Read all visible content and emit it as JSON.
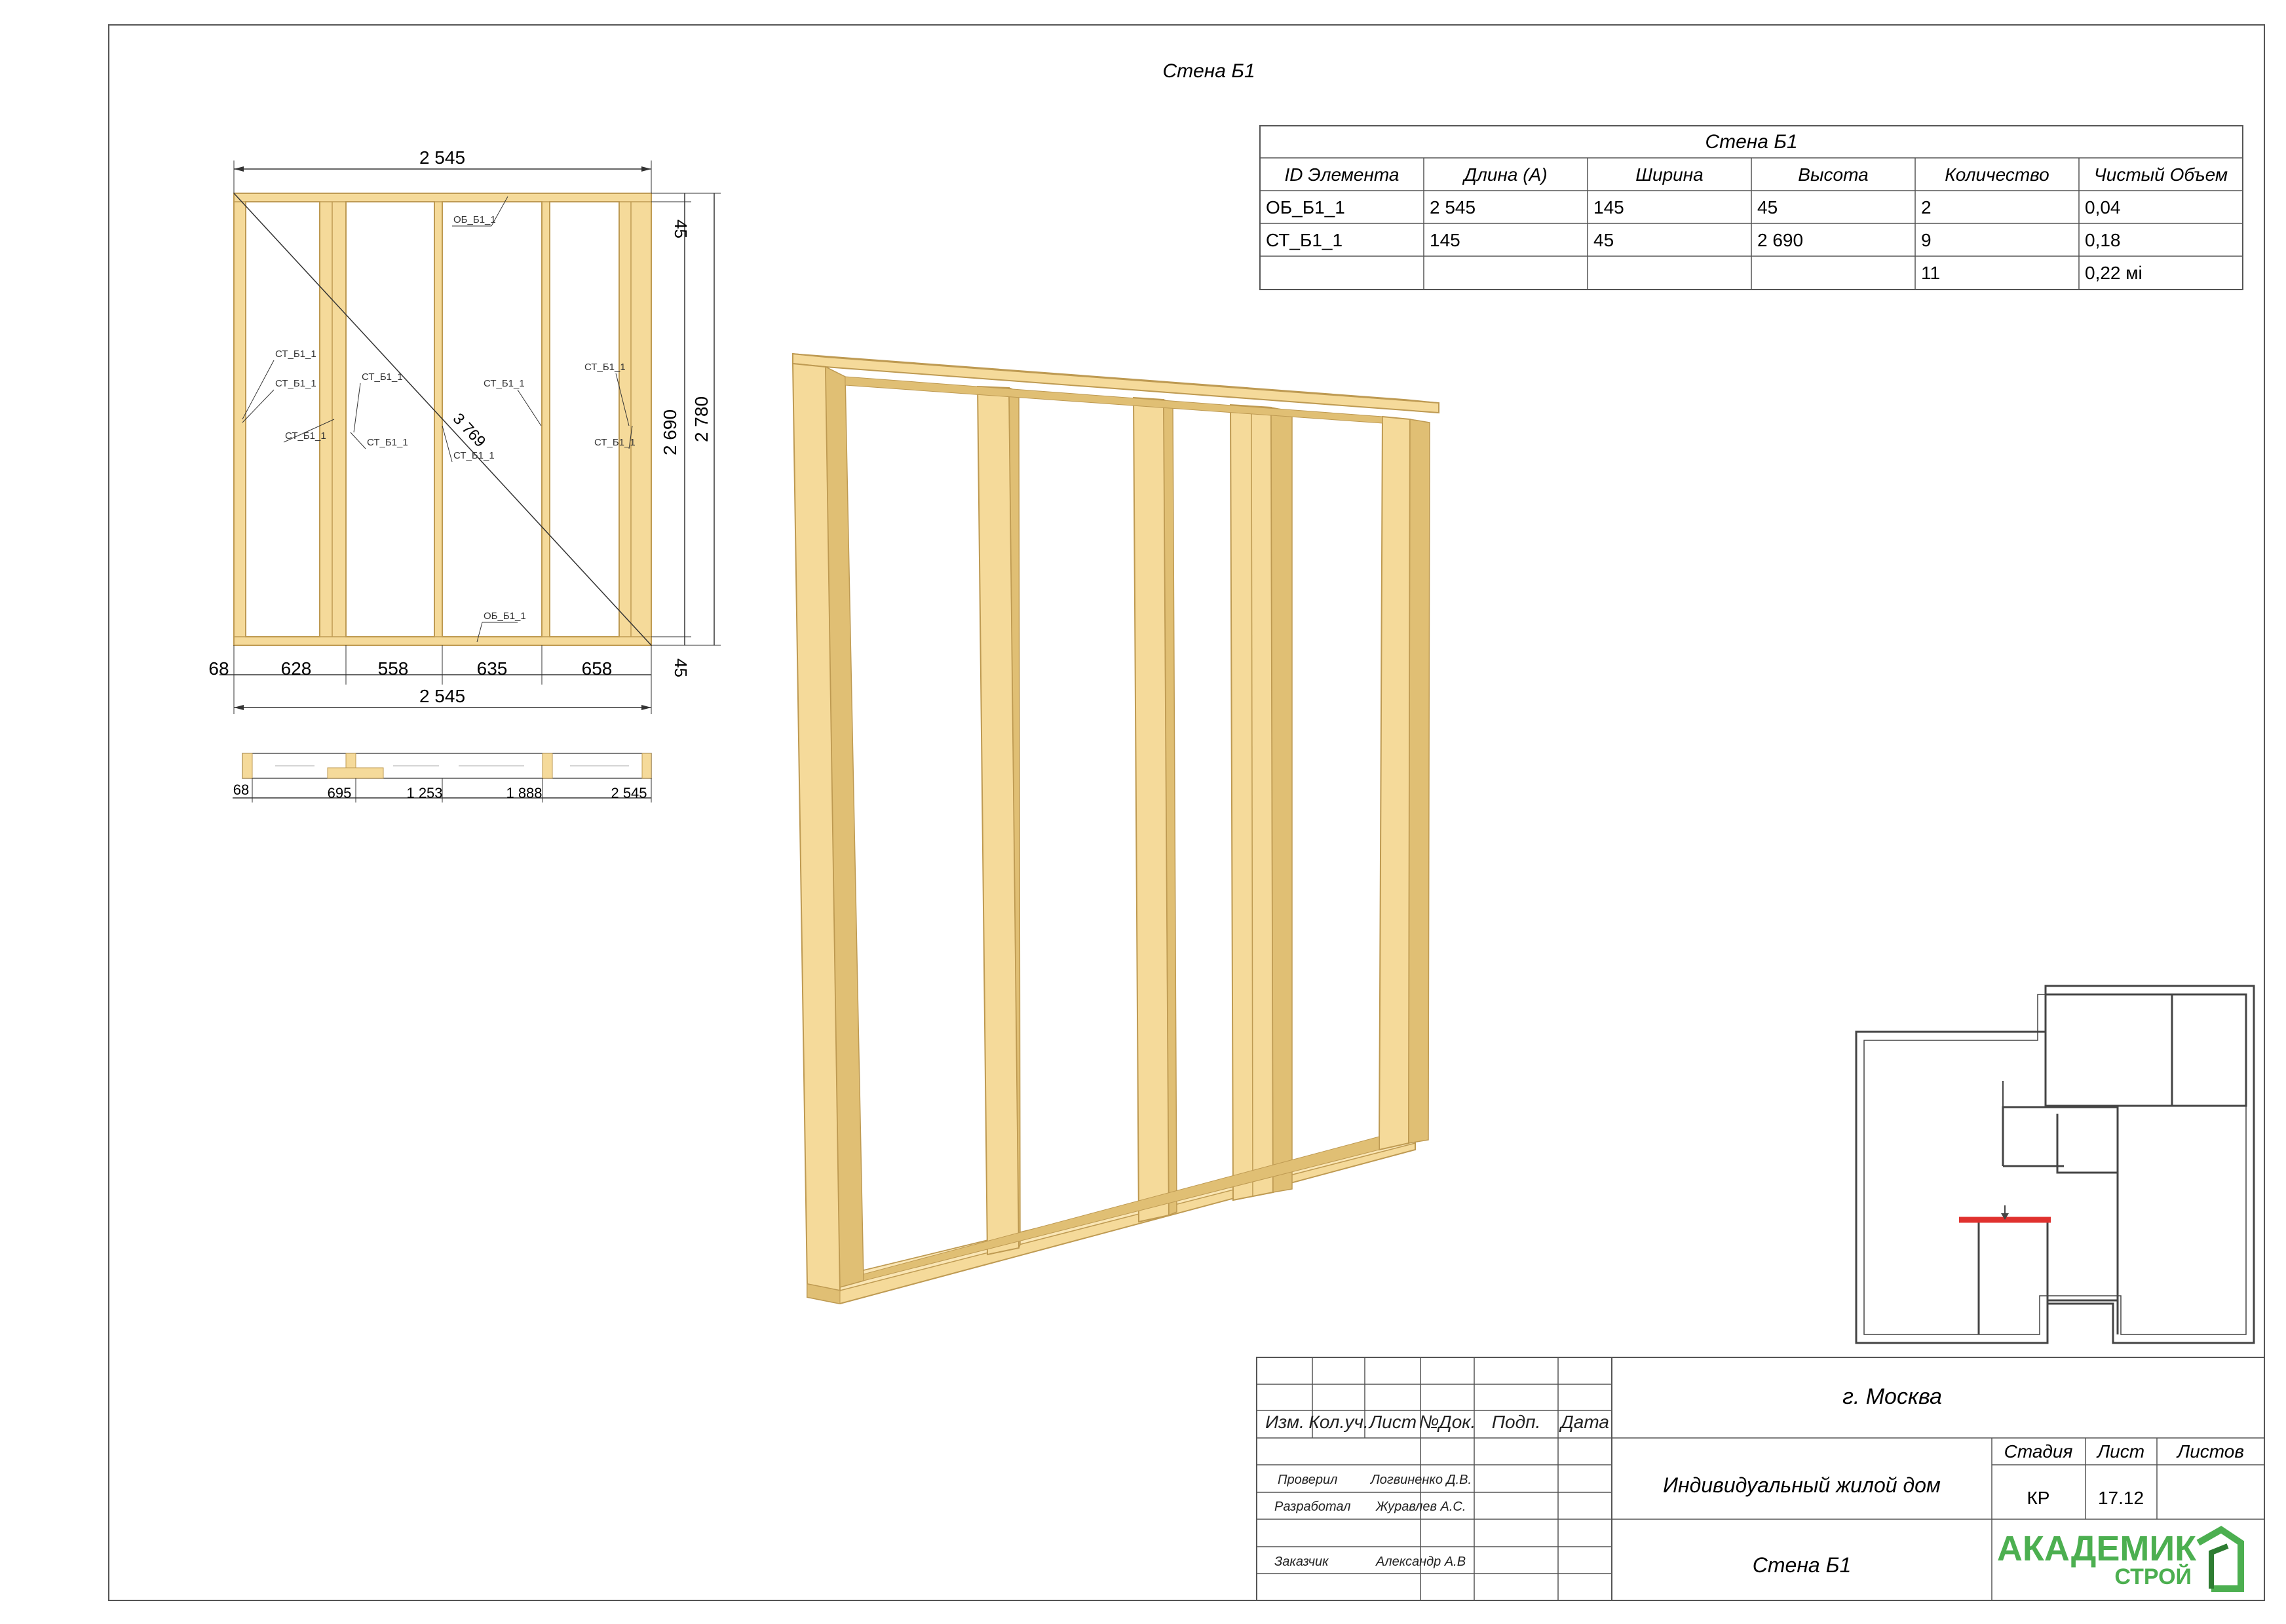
{
  "sheet_title": "Стена Б1",
  "elevation": {
    "dim_top": "2 545",
    "dim_bottom": "2 545",
    "dim_h_inner": "2 690",
    "dim_h_outer": "2 780",
    "dim_45_top": "45",
    "dim_45_bottom": "45",
    "diagonal": "3 769",
    "bays": [
      "68",
      "628",
      "558",
      "635",
      "658"
    ],
    "labels": {
      "top_plate": "ОБ_Б1_1",
      "bottom_plate": "ОБ_Б1_1",
      "stud": "СТ_Б1_1"
    }
  },
  "plan_strip": {
    "ords": [
      "68",
      "695",
      "1 253",
      "1 888",
      "2 545"
    ]
  },
  "spec_table": {
    "title": "Стена Б1",
    "headers": [
      "ID Элемента",
      "Длина (A)",
      "Ширина",
      "Высота",
      "Количество",
      "Чистый Объем"
    ],
    "rows": [
      [
        "ОБ_Б1_1",
        "2 545",
        "145",
        "45",
        "2",
        "0,04"
      ],
      [
        "СТ_Б1_1",
        "145",
        "45",
        "2 690",
        "9",
        "0,18"
      ],
      [
        "",
        "",
        "",
        "",
        "11",
        "0,22 мі"
      ]
    ]
  },
  "title_block": {
    "col_headers": [
      "Изм.",
      "Кол.уч.",
      "Лист",
      "№Док.",
      "Подп.",
      "Дата"
    ],
    "roles": [
      {
        "role": "Проверил",
        "name": "Логвиненко Д.В."
      },
      {
        "role": "Разработал",
        "name": "Журавлев А.С."
      },
      {
        "role": "Заказчик",
        "name": "Александр А.В"
      }
    ],
    "city": "г. Москва",
    "project": "Индивидуальный жилой дом",
    "sheet_name": "Стена Б1",
    "stage_header": "Стадия",
    "sheet_header": "Лист",
    "sheets_header": "Листов",
    "stage_value": "КР",
    "sheet_value": "17.12",
    "sheets_value": "",
    "logo_main": "АКАДЕМИК",
    "logo_sub": "СТРОЙ"
  },
  "colors": {
    "wood": "#F5DA9A",
    "wood_edge": "#BE9A52",
    "wood_dark": "#E0BF74",
    "highlight": "#E0312E",
    "logo": "#4CAF50"
  }
}
